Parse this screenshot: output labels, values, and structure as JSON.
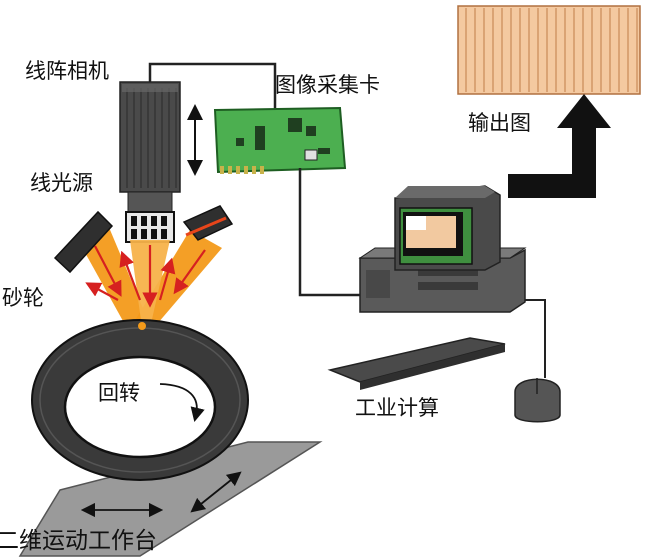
{
  "labels": {
    "line_camera": "线阵相机",
    "capture_card": "图像采集卡",
    "output_image": "输出图",
    "line_light": "线光源",
    "grinding_wheel": "砂轮",
    "rotation": "回转",
    "industrial_computer": "工业计算",
    "motion_stage": "二维运动工作台"
  },
  "colors": {
    "output_bg": "#f4c9a0",
    "output_stripes": "#c98a58",
    "camera_body": "#4a4a4a",
    "pcb_green": "#4caf50",
    "light_beam": "#f39a1a",
    "beam_arrows": "#d62020",
    "wheel": "#3a3a3a",
    "stage": "#9a9a9a",
    "computer": "#5a5a5a",
    "screen_frame": "#3f8f3f",
    "screen_image": "#f2c9a0"
  },
  "icons": {
    "up_arrow": "black-up-arrow-icon",
    "rotation_arrow": "curved-arrow-icon",
    "double_arrow": "double-headed-arrow-icon"
  }
}
